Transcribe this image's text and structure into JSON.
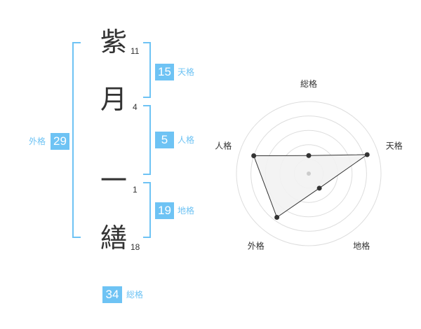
{
  "name_chars": [
    {
      "char": "紫",
      "strokes": "11"
    },
    {
      "char": "月",
      "strokes": "4"
    },
    {
      "char": "一",
      "strokes": "1"
    },
    {
      "char": "繕",
      "strokes": "18"
    }
  ],
  "fortunes": {
    "tenkaku": {
      "value": "15",
      "label": "天格"
    },
    "jinkaku": {
      "value": "5",
      "label": "人格"
    },
    "chikaku": {
      "value": "19",
      "label": "地格"
    },
    "gaikaku": {
      "value": "29",
      "label": "外格"
    },
    "soukaku": {
      "value": "34",
      "label": "総格"
    }
  },
  "colors": {
    "accent": "#6ec3f4",
    "text": "#333333",
    "ring": "#dddddd",
    "fill": "#f2f2f2"
  },
  "chart_data": {
    "type": "radar",
    "axes": [
      "総格",
      "天格",
      "地格",
      "外格",
      "人格"
    ],
    "values": [
      0.25,
      0.85,
      0.25,
      0.75,
      0.8
    ],
    "rmax": 1,
    "rings": 5
  }
}
